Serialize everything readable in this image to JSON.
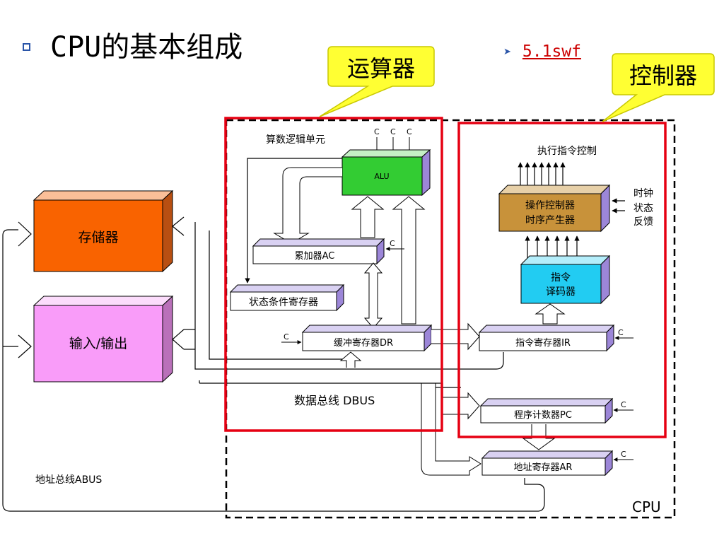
{
  "slide": {
    "title": "CPU的基本组成",
    "link_label": "5.1swf"
  },
  "callouts": {
    "alu_group": "运算器",
    "control_group": "控制器"
  },
  "cpu_label": "CPU",
  "components": {
    "memory": "存储器",
    "io": "输入/输出",
    "alu_caption": "算数逻辑单元",
    "alu": "ALU",
    "ac": "累加器AC",
    "status": "状态条件寄存器",
    "dr": "缓冲寄存器DR",
    "op_control_line1": "操作控制器",
    "op_control_line2": "时序产生器",
    "decoder_line1": "指令",
    "decoder_line2": "译码器",
    "ir": "指令寄存器IR",
    "pc": "程序计数器PC",
    "ar": "地址寄存器AR"
  },
  "labels": {
    "exec_control": "执行指令控制",
    "clock": "时钟",
    "state": "状态",
    "feedback": "反馈",
    "dbus": "数据总线 DBUS",
    "abus": "地址总线ABUS",
    "c": "C"
  },
  "colors": {
    "memory": "#f96300",
    "io": "#f99cf9",
    "alu": "#33cc33",
    "op_control": "#c8923a",
    "decoder": "#22ccf2",
    "register_side": "#9c86d8",
    "register_top": "#d9d1f2",
    "highlight_frame": "#e60012",
    "callout_fill": "#ffff33"
  }
}
